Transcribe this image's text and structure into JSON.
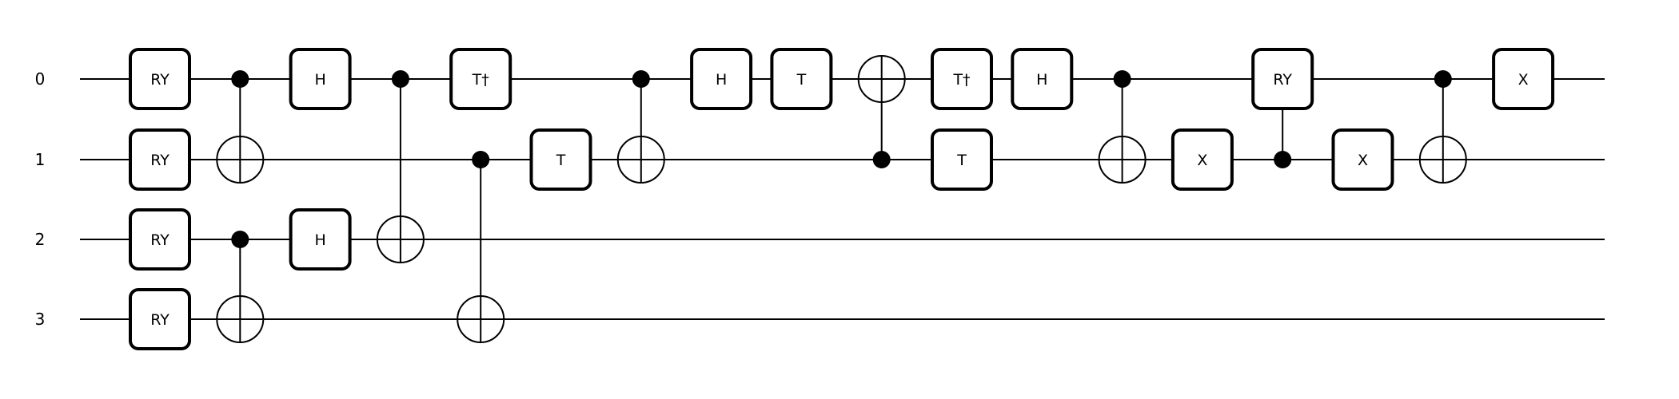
{
  "qubits": [
    "0",
    "1",
    "2",
    "3"
  ],
  "gates": [
    {
      "type": "box",
      "label": "RY",
      "col": 0,
      "qubit": 0
    },
    {
      "type": "box",
      "label": "RY",
      "col": 0,
      "qubit": 1
    },
    {
      "type": "box",
      "label": "RY",
      "col": 0,
      "qubit": 2
    },
    {
      "type": "box",
      "label": "RY",
      "col": 0,
      "qubit": 3
    },
    {
      "type": "cnot",
      "col": 1,
      "control": 0,
      "target": 1
    },
    {
      "type": "cnot",
      "col": 1,
      "control": 2,
      "target": 3
    },
    {
      "type": "box",
      "label": "H",
      "col": 2,
      "qubit": 0
    },
    {
      "type": "box",
      "label": "H",
      "col": 2,
      "qubit": 2
    },
    {
      "type": "cnot",
      "col": 3,
      "control": 0,
      "target": 2
    },
    {
      "type": "box",
      "label": "T†",
      "col": 4,
      "qubit": 0
    },
    {
      "type": "cnot",
      "col": 4,
      "control": 1,
      "target": 3
    },
    {
      "type": "box",
      "label": "T",
      "col": 5,
      "qubit": 1
    },
    {
      "type": "cnot",
      "col": 6,
      "control": 0,
      "target": 1
    },
    {
      "type": "box",
      "label": "H",
      "col": 7,
      "qubit": 0
    },
    {
      "type": "box",
      "label": "T",
      "col": 8,
      "qubit": 0
    },
    {
      "type": "cnot",
      "col": 9,
      "control": 1,
      "target": 0
    },
    {
      "type": "box",
      "label": "T†",
      "col": 10,
      "qubit": 0
    },
    {
      "type": "box",
      "label": "T",
      "col": 10,
      "qubit": 1
    },
    {
      "type": "box",
      "label": "H",
      "col": 11,
      "qubit": 0
    },
    {
      "type": "cnot",
      "col": 12,
      "control": 0,
      "target": 1
    },
    {
      "type": "box",
      "label": "X",
      "col": 13,
      "qubit": 1
    },
    {
      "type": "cbox",
      "label": "RY",
      "col": 14,
      "control": 1,
      "qubit": 0
    },
    {
      "type": "box",
      "label": "X",
      "col": 15,
      "qubit": 1
    },
    {
      "type": "cnot",
      "col": 16,
      "control": 0,
      "target": 1
    },
    {
      "type": "box",
      "label": "X",
      "col": 17,
      "qubit": 0
    }
  ]
}
